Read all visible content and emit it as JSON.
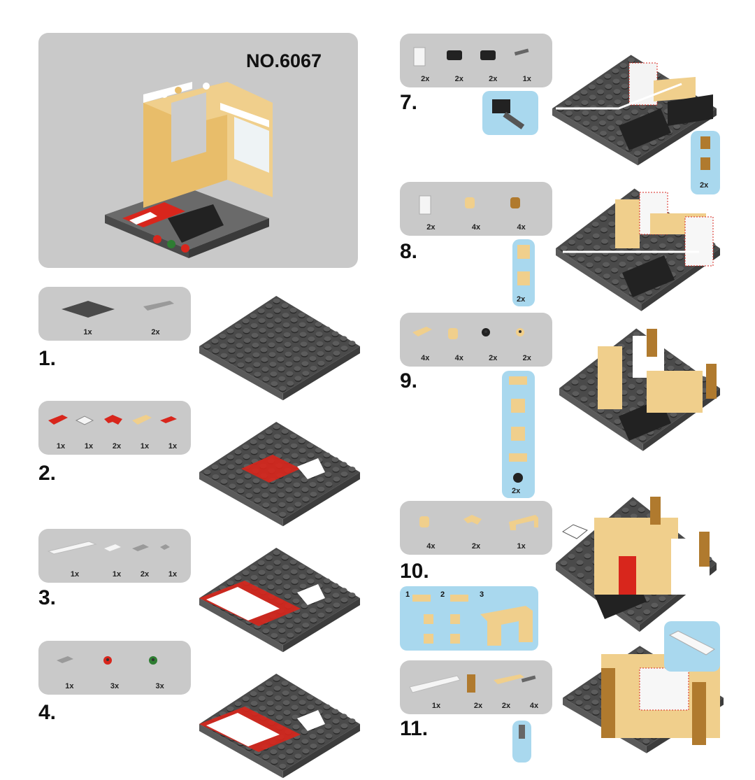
{
  "cover": {
    "model_number": "NO.6067"
  },
  "colors": {
    "panel": "#c9c9c9",
    "callout": "#a9d8ee",
    "dark_grey": "#4a4a4a",
    "red": "#d8261c",
    "tan": "#f0cf8c",
    "white": "#f5f5f5",
    "brown": "#b07a2e"
  },
  "steps": [
    {
      "id": "1",
      "label": "1.",
      "parts": [
        {
          "qty": "1x",
          "color": "#4a4a4a",
          "shape": "plate-large"
        },
        {
          "qty": "2x",
          "color": "#9a9a9a",
          "shape": "plate-long"
        }
      ]
    },
    {
      "id": "2",
      "label": "2.",
      "parts": [
        {
          "qty": "1x",
          "color": "#d8261c",
          "shape": "plate"
        },
        {
          "qty": "1x",
          "color": "#f5f5f5",
          "shape": "plate-square"
        },
        {
          "qty": "2x",
          "color": "#d8261c",
          "shape": "plate-corner"
        },
        {
          "qty": "1x",
          "color": "#f0cf8c",
          "shape": "plate"
        },
        {
          "qty": "1x",
          "color": "#d8261c",
          "shape": "tile"
        }
      ]
    },
    {
      "id": "3",
      "label": "3.",
      "parts": [
        {
          "qty": "1x",
          "color": "#f5f5f5",
          "shape": "tile-long"
        },
        {
          "qty": "1x",
          "color": "#f5f5f5",
          "shape": "tile"
        },
        {
          "qty": "2x",
          "color": "#9a9a9a",
          "shape": "tile"
        },
        {
          "qty": "1x",
          "color": "#9a9a9a",
          "shape": "tile-small"
        }
      ]
    },
    {
      "id": "4",
      "label": "4.",
      "parts": [
        {
          "qty": "1x",
          "color": "#9a9a9a",
          "shape": "tile"
        },
        {
          "qty": "3x",
          "color": "#d8261c",
          "shape": "flower"
        },
        {
          "qty": "3x",
          "color": "#2e7d32",
          "shape": "flower"
        }
      ]
    },
    {
      "id": "7",
      "label": "7.",
      "parts": [
        {
          "qty": "2x",
          "color": "#f5f5f5",
          "shape": "panel"
        },
        {
          "qty": "2x",
          "color": "#222222",
          "shape": "brick"
        },
        {
          "qty": "2x",
          "color": "#222222",
          "shape": "brick"
        },
        {
          "qty": "1x",
          "color": "#666666",
          "shape": "bar"
        }
      ]
    },
    {
      "id": "8",
      "label": "8.",
      "parts": [
        {
          "qty": "2x",
          "color": "#f5f5f5",
          "shape": "panel"
        },
        {
          "qty": "4x",
          "color": "#f0cf8c",
          "shape": "round"
        },
        {
          "qty": "4x",
          "color": "#b07a2e",
          "shape": "round"
        }
      ]
    },
    {
      "id": "9",
      "label": "9.",
      "parts": [
        {
          "qty": "4x",
          "color": "#f0cf8c",
          "shape": "plate"
        },
        {
          "qty": "4x",
          "color": "#f0cf8c",
          "shape": "round"
        },
        {
          "qty": "2x",
          "color": "#222222",
          "shape": "flower"
        },
        {
          "qty": "2x",
          "color": "#f0cf8c",
          "shape": "flower"
        }
      ]
    },
    {
      "id": "10",
      "label": "10.",
      "parts": [
        {
          "qty": "4x",
          "color": "#f0cf8c",
          "shape": "round"
        },
        {
          "qty": "2x",
          "color": "#f0cf8c",
          "shape": "plate-corner"
        },
        {
          "qty": "1x",
          "color": "#f0cf8c",
          "shape": "arch"
        }
      ]
    },
    {
      "id": "11",
      "label": "11.",
      "parts": [
        {
          "qty": "1x",
          "color": "#f5f5f5",
          "shape": "brick-long"
        },
        {
          "qty": "2x",
          "color": "#b07a2e",
          "shape": "cylinder"
        },
        {
          "qty": "2x",
          "color": "#f0cf8c",
          "shape": "plate-long"
        },
        {
          "qty": "4x",
          "color": "#666666",
          "shape": "bar"
        }
      ]
    }
  ],
  "callouts": {
    "step8_side": {
      "qty": "2x"
    },
    "step8": {
      "qty": "2x"
    },
    "step9": {
      "qty": "2x"
    },
    "step10": {
      "sub_steps": [
        "1",
        "2",
        "3"
      ]
    }
  }
}
